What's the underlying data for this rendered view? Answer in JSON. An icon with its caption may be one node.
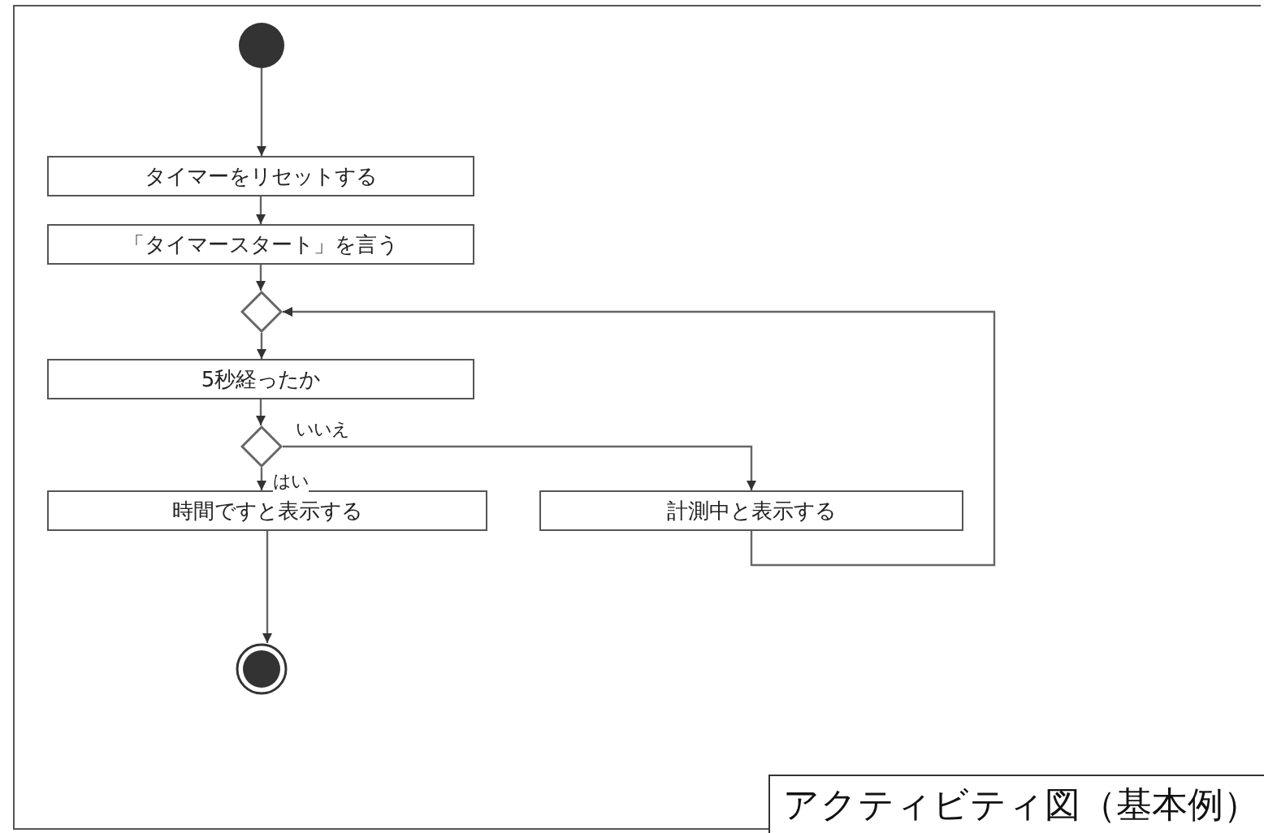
{
  "diagram": {
    "title": "アクティビティ図（基本例）",
    "nodes": [
      {
        "text": [],
        "shape": "circle"
      },
      {
        "text": [
          "タイマーをリセットする"
        ]
      },
      {
        "text": [
          "「タイマースタート」を言う"
        ]
      },
      {
        "text": [],
        "shape": "diamond"
      },
      {
        "text": [
          "5秒経ったか"
        ]
      },
      {
        "text": [],
        "shape": "diamond"
      },
      {
        "text": [
          "時間ですと表示する"
        ]
      },
      {
        "text": [
          "計測中と表示する"
        ]
      },
      {
        "text": [],
        "shape": "circle"
      }
    ],
    "edges": [
      {
        "from": 0,
        "to": 1,
        "arrow": "to"
      },
      {
        "from": 1,
        "to": 2,
        "arrow": "to"
      },
      {
        "from": 2,
        "to": 3,
        "arrow": "to"
      },
      {
        "from": 3,
        "to": 4,
        "arrow": "to"
      },
      {
        "from": 4,
        "to": 5,
        "arrow": "to"
      },
      {
        "from": 5,
        "to": 6,
        "arrow": "to",
        "label": "はい"
      },
      {
        "from": 5,
        "to": 7,
        "arrow": "to",
        "label": "いいえ"
      },
      {
        "from": 7,
        "to": 3,
        "arrow": "to"
      },
      {
        "from": 6,
        "to": 8,
        "arrow": "to"
      }
    ]
  }
}
